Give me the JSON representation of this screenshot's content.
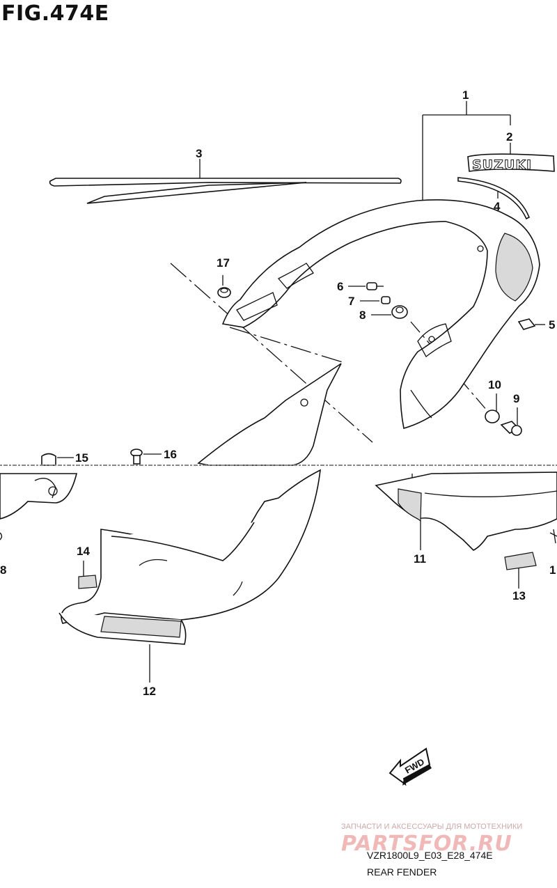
{
  "figure": {
    "title": "FIG.474E"
  },
  "callouts": [
    "1",
    "2",
    "3",
    "4",
    "5",
    "6",
    "7",
    "8",
    "9",
    "10",
    "11",
    "12",
    "13",
    "14",
    "15",
    "16",
    "17",
    "8",
    "1"
  ],
  "emblem": {
    "text": "SUZUKI"
  },
  "fwd_arrow": {
    "text": "FWD"
  },
  "footer": {
    "code": "VZR1800L9_E03_E28_474E",
    "caption": "REAR FENDER"
  },
  "watermark": {
    "line1": "ЗАПЧАСТИ И АКСЕССУАРЫ ДЛЯ МОТОТЕХНИКИ",
    "logo": "PARTSFOR.RU"
  }
}
